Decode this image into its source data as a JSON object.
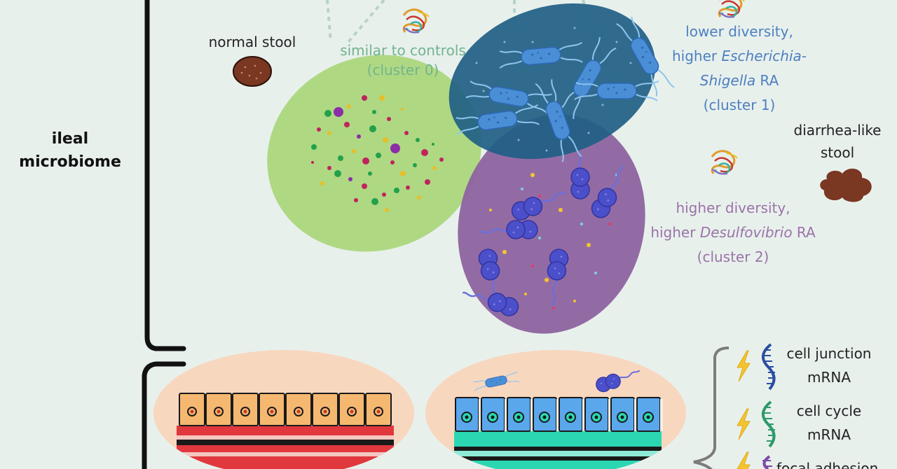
{
  "section_label": {
    "line1": "ileal",
    "line2": "microbiome"
  },
  "normal_stool": {
    "label": "normal stool"
  },
  "diarrhea_stool": {
    "line1": "diarrhea-like",
    "line2": "stool"
  },
  "cluster0": {
    "line1": "similar to controls",
    "line2": "(cluster 0)"
  },
  "cluster1": {
    "line1": "lower diversity,",
    "line2_prefix": "higher ",
    "line2_italic": "Escherichia-",
    "line3_italic": "Shigella",
    "line3_suffix": " RA",
    "line4": "(cluster 1)"
  },
  "cluster2": {
    "line1": "higher diversity,",
    "line2_prefix": "higher ",
    "line2_italic": "Desulfovibrio",
    "line2_suffix": " RA",
    "line3": "(cluster 2)"
  },
  "host_response": {
    "item1": {
      "line1": "cell junction",
      "line2": "mRNA"
    },
    "item2": {
      "line1": "cell cycle",
      "line2": "mRNA"
    },
    "item3": {
      "line1": "focal adhesion"
    }
  },
  "colors": {
    "background": "#e8f0ec",
    "cluster0": "#a9d67a",
    "cluster1": "#1f5f86",
    "cluster2": "#8e63a0",
    "bacteria_blue": "#4a8fd6",
    "bacteria_violet": "#4b4fc9",
    "stool": "#7a3722",
    "cell_peach": "#f8d7bf",
    "lightning": "#f3c52c"
  },
  "icons": [
    "protein-structure-icon",
    "rod-bacterium-icon",
    "curved-bacterium-icon",
    "lightning-icon",
    "mrna-icon"
  ]
}
